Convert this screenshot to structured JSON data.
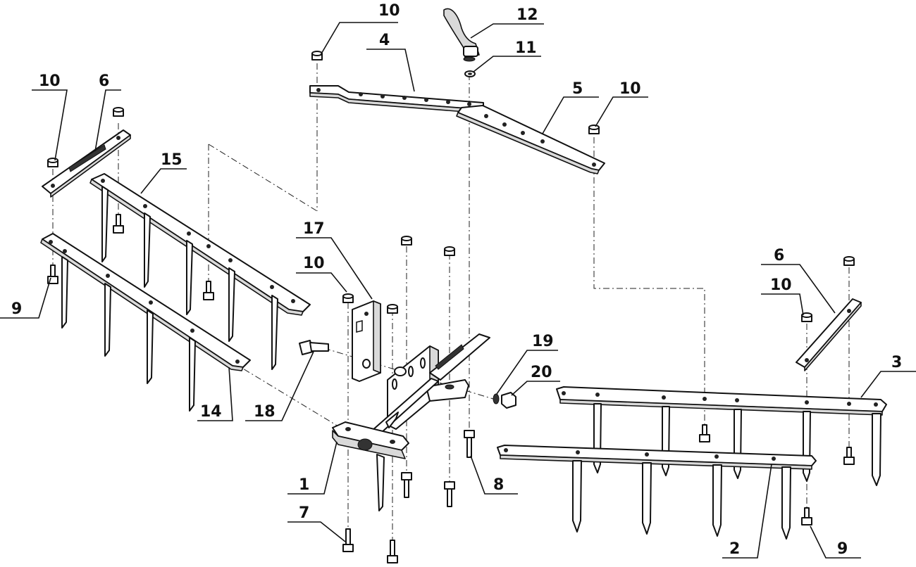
{
  "diagram": {
    "callouts": [
      {
        "id": "c1",
        "text": "1"
      },
      {
        "id": "c2",
        "text": "2"
      },
      {
        "id": "c3",
        "text": "3"
      },
      {
        "id": "c4",
        "text": "4"
      },
      {
        "id": "c5",
        "text": "5"
      },
      {
        "id": "c6a",
        "text": "6"
      },
      {
        "id": "c6b",
        "text": "6"
      },
      {
        "id": "c7",
        "text": "7"
      },
      {
        "id": "c8",
        "text": "8"
      },
      {
        "id": "c9a",
        "text": "9"
      },
      {
        "id": "c9b",
        "text": "9"
      },
      {
        "id": "c10a",
        "text": "10"
      },
      {
        "id": "c10b",
        "text": "10"
      },
      {
        "id": "c10c",
        "text": "10"
      },
      {
        "id": "c10d",
        "text": "10"
      },
      {
        "id": "c10e",
        "text": "10"
      },
      {
        "id": "c11",
        "text": "11"
      },
      {
        "id": "c12",
        "text": "12"
      },
      {
        "id": "c14",
        "text": "14"
      },
      {
        "id": "c15",
        "text": "15"
      },
      {
        "id": "c17",
        "text": "17"
      },
      {
        "id": "c18",
        "text": "18"
      },
      {
        "id": "c19",
        "text": "19"
      },
      {
        "id": "c20",
        "text": "20"
      }
    ]
  }
}
